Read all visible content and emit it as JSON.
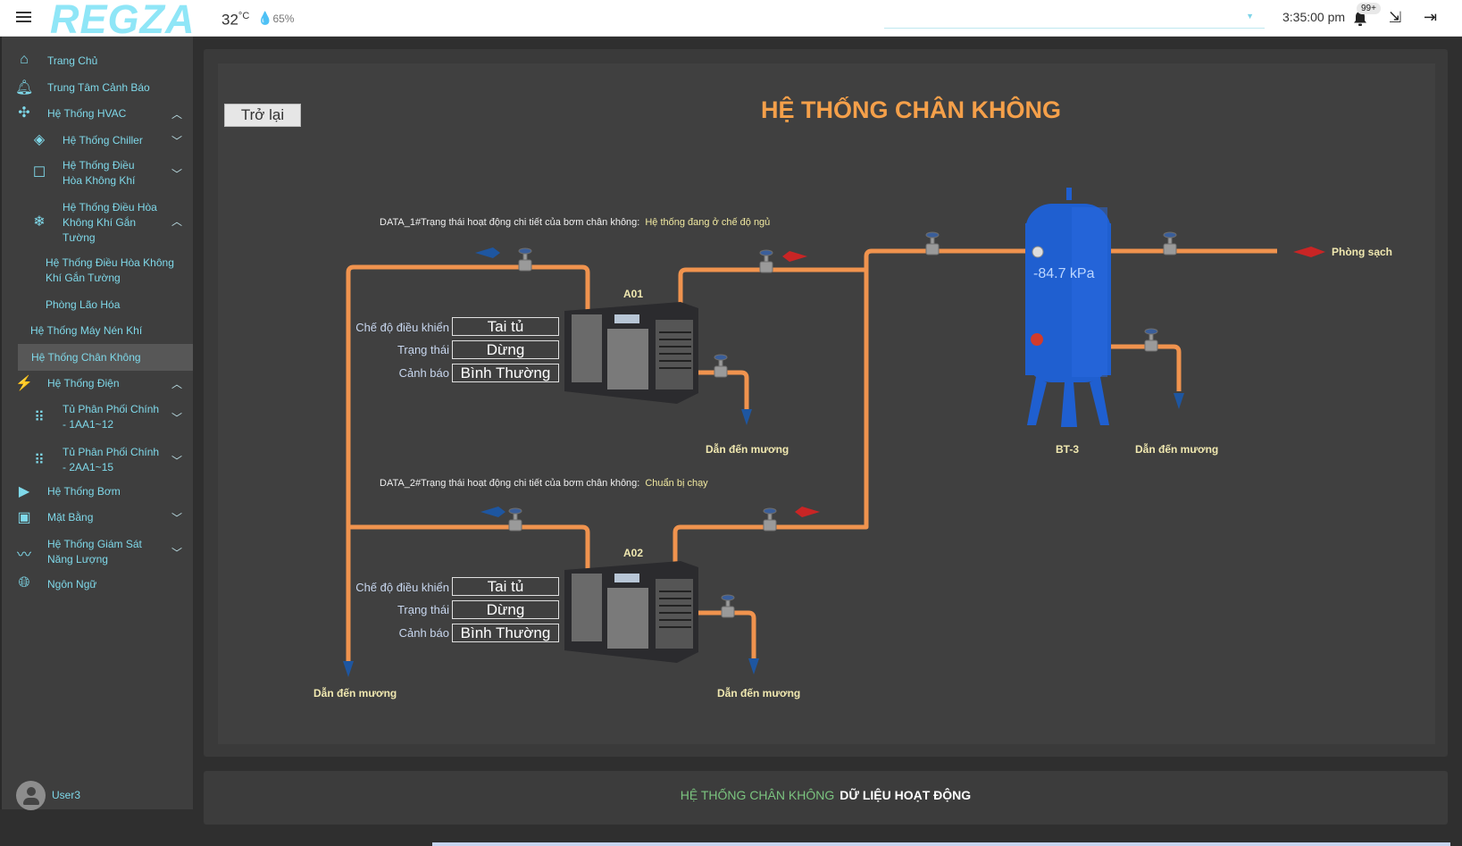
{
  "header": {
    "logo": "REGZA",
    "temperature": "32",
    "temperature_unit": "°C",
    "humidity": "65%",
    "search_placeholder": "",
    "time": "3:35:00 pm",
    "notification_count": "99+"
  },
  "sidebar": {
    "items": [
      {
        "label": "Trang Chủ",
        "icon": "home-icon"
      },
      {
        "label": "Trung Tâm Cảnh Báo",
        "icon": "alert-bell-icon"
      },
      {
        "label": "Hệ Thống HVAC",
        "icon": "fan-icon",
        "expanded": true
      },
      {
        "label": "Hệ Thống Chiller",
        "icon": "layers-icon",
        "expanded": false
      },
      {
        "label": "Hệ Thống Điều Hòa Không Khí",
        "icon": "square-icon",
        "expanded": false
      },
      {
        "label": "Hệ Thống Điều Hòa Không Khí Gắn Tường",
        "icon": "thermometer-snow-icon",
        "expanded": true
      },
      {
        "label": "Hệ Thống Điều Hòa Không Khí Gắn Tường"
      },
      {
        "label": "Phòng Lão Hóa"
      },
      {
        "label": "Hệ Thống Máy Nén Khí"
      },
      {
        "label": "Hệ Thống Chân Không",
        "active": true
      },
      {
        "label": "Hệ Thống Điện",
        "icon": "lightning-icon",
        "expanded": true
      },
      {
        "label": "Tủ Phân Phối Chính - 1AA1~12",
        "icon": "grid-icon",
        "expanded": false
      },
      {
        "label": "Tủ Phân Phối Chính - 2AA1~15",
        "icon": "grid-icon",
        "expanded": false
      },
      {
        "label": "Hệ Thống Bơm",
        "icon": "play-icon"
      },
      {
        "label": "Mặt Bằng",
        "icon": "image-gallery-icon",
        "expanded": false
      },
      {
        "label": "Hệ Thống Giám Sát Năng Lượng",
        "icon": "trend-line-icon",
        "expanded": false
      },
      {
        "label": "Ngôn Ngữ",
        "icon": "globe-icon"
      }
    ],
    "user": "User3"
  },
  "main": {
    "back_label": "Trở lại",
    "title": "HỆ THỐNG CHÂN KHÔNG",
    "pumps": [
      {
        "name": "A01",
        "status_line_label": "DATA_1#Trạng thái hoạt động chi tiết của bơm chân không:",
        "status_line_value": "Hệ thống đang ở chế độ ngủ",
        "fields": [
          {
            "label": "Chế độ điều khiển",
            "value": "Tai tủ"
          },
          {
            "label": "Trạng thái",
            "value": "Dừng"
          },
          {
            "label": "Cảnh báo",
            "value": "Bình Thường"
          }
        ],
        "drain_label": "Dẫn đến mương"
      },
      {
        "name": "A02",
        "status_line_label": "DATA_2#Trạng thái hoạt động chi tiết của bơm chân không:",
        "status_line_value": "Chuẩn bị chạy",
        "fields": [
          {
            "label": "Chế độ điều khiển",
            "value": "Tai tủ"
          },
          {
            "label": "Trạng thái",
            "value": "Dừng"
          },
          {
            "label": "Cảnh báo",
            "value": "Bình Thường"
          }
        ],
        "drain_label": "Dẫn đến mương"
      }
    ],
    "main_drain_label": "Dẫn đến mương",
    "tank": {
      "name": "BT-3",
      "pressure": "-84.7 kPa",
      "drain_label": "Dẫn đến mương"
    },
    "clean_room_label": "Phòng sạch"
  },
  "bottom_panel": {
    "title_green": "HỆ THỐNG CHÂN KHÔNG",
    "title_white": "DỮ LIỆU HOẠT ĐỘNG"
  },
  "colors": {
    "accent": "#7fd9ea",
    "title": "#f5a04a",
    "pipe": "#f0934e",
    "tank": "#1f5fd0"
  }
}
